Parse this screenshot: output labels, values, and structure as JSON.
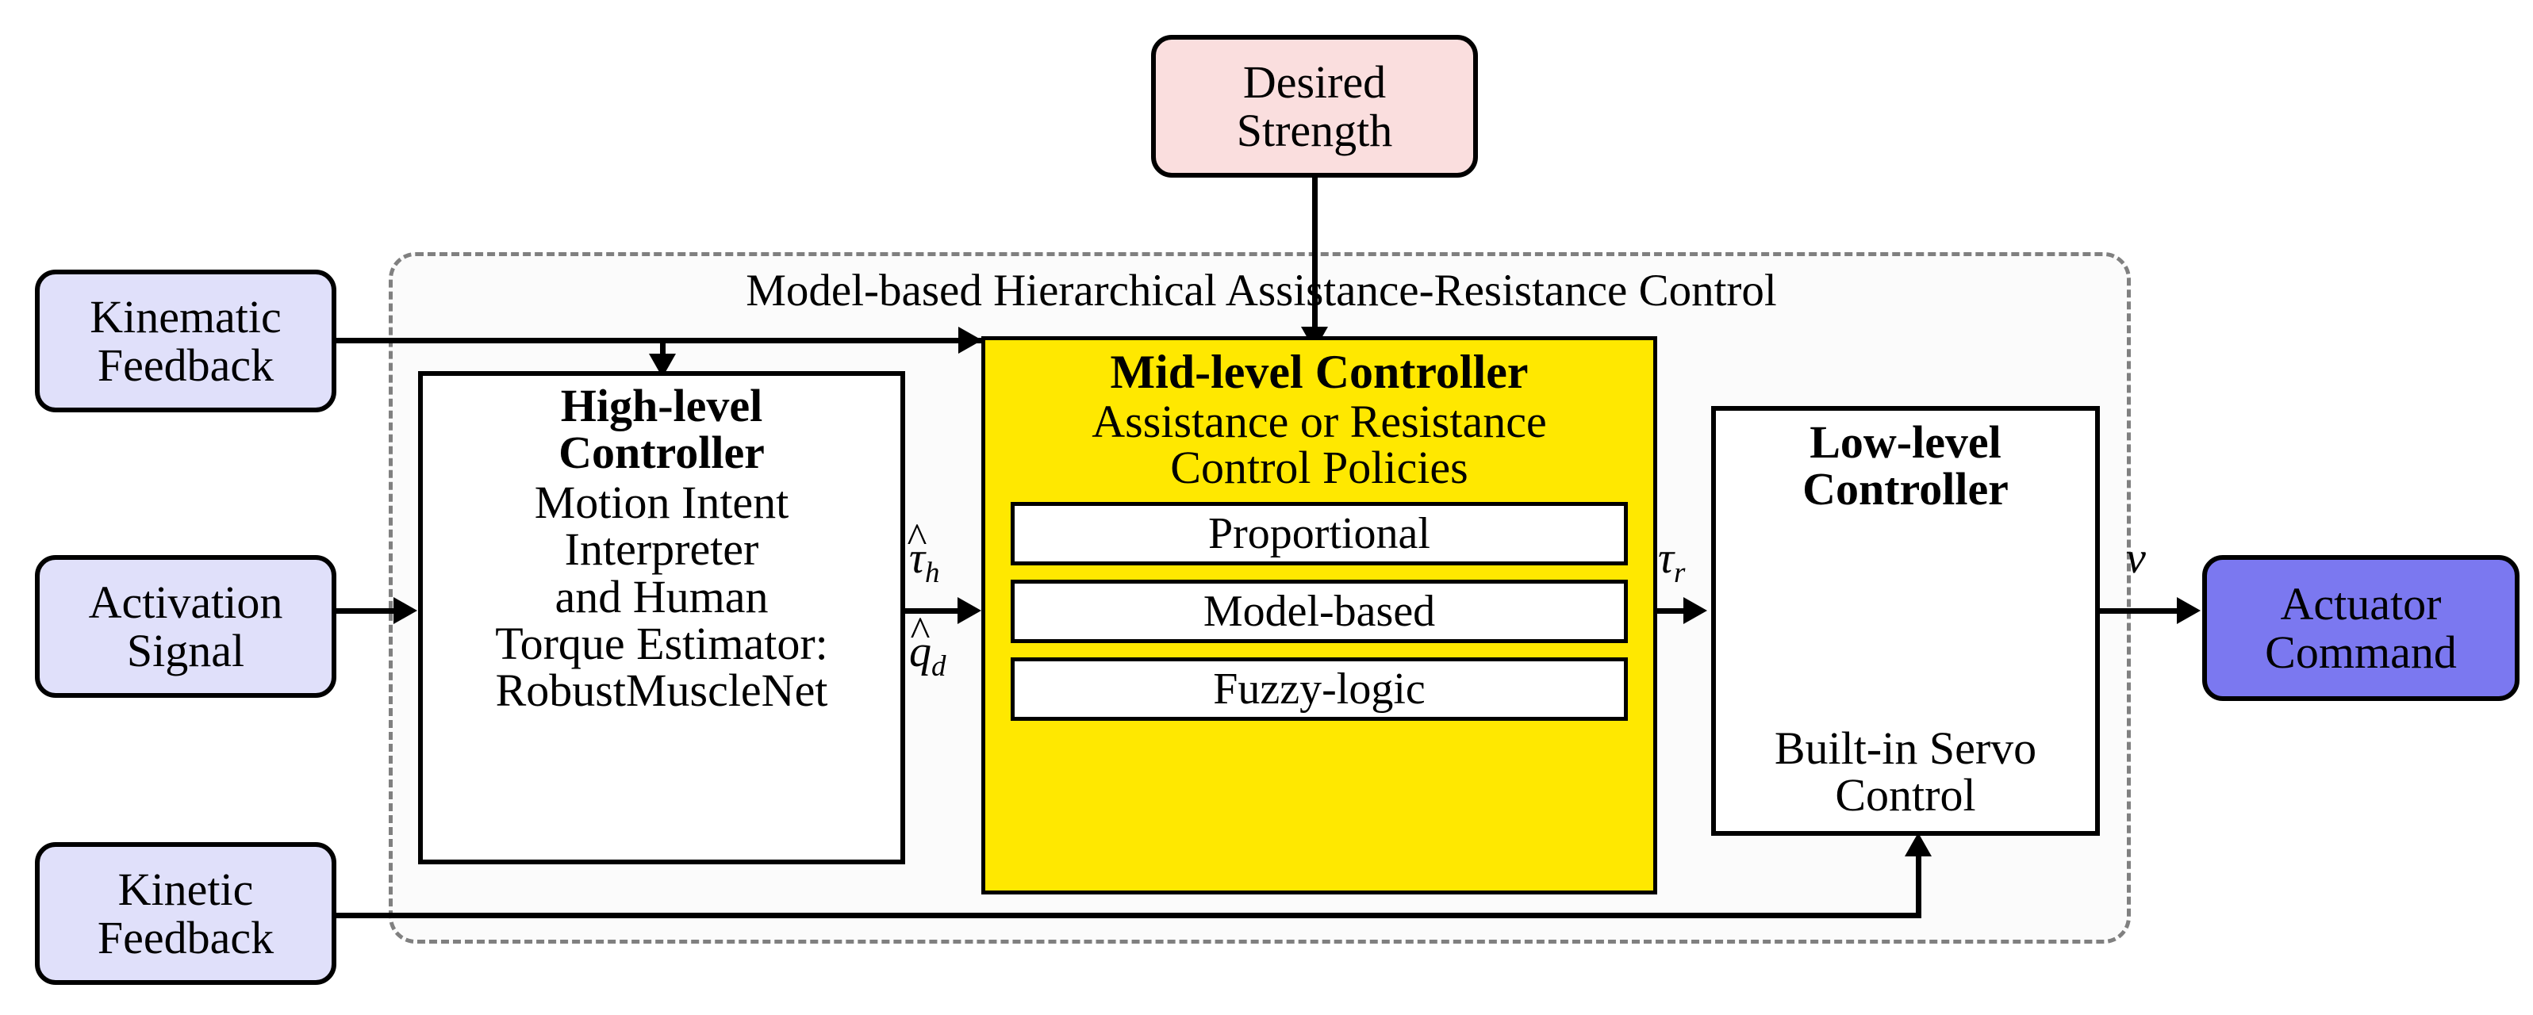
{
  "diagram": {
    "title": "Model-based Hierarchical Assistance-Resistance Control",
    "colors": {
      "input_box_fill": "#E0E0FA",
      "desired_strength_fill": "#FADEDE",
      "actuator_fill": "#7B78F0",
      "mid_level_fill": "#FFE800",
      "container_border": "#808080",
      "container_fill": "#FBFBFB",
      "line": "#000000"
    }
  },
  "inputs": {
    "kinematic_feedback": {
      "line1": "Kinematic",
      "line2": "Feedback"
    },
    "activation_signal": {
      "line1": "Activation",
      "line2": "Signal"
    },
    "kinetic_feedback": {
      "line1": "Kinetic",
      "line2": "Feedback"
    }
  },
  "desired_strength": {
    "line1": "Desired",
    "line2": "Strength"
  },
  "outputs": {
    "actuator_command": {
      "line1": "Actuator",
      "line2": "Command"
    }
  },
  "high_level_controller": {
    "title_line1": "High-level",
    "title_line2": "Controller",
    "body_line1": "Motion Intent",
    "body_line2": "Interpreter",
    "body_line3": "and Human",
    "body_line4": "Torque Estimator:",
    "body_line5": "RobustMuscleNet"
  },
  "mid_level_controller": {
    "title": "Mid-level Controller",
    "subtitle_line1": "Assistance or Resistance",
    "subtitle_line2": "Control Policies",
    "policies": [
      {
        "label": "Proportional"
      },
      {
        "label": "Model-based"
      },
      {
        "label": "Fuzzy-logic"
      }
    ]
  },
  "low_level_controller": {
    "title_line1": "Low-level",
    "title_line2": "Controller",
    "body_line1": "Built-in Servo",
    "body_line2": "Control"
  },
  "signal_labels": {
    "tau_h": {
      "hat": "^",
      "base": "τ",
      "sub": "h"
    },
    "q_d": {
      "hat": "^",
      "base": "q",
      "sub": "d"
    },
    "tau_r": {
      "base": "τ",
      "sub": "r"
    },
    "v": {
      "base": "v"
    }
  }
}
